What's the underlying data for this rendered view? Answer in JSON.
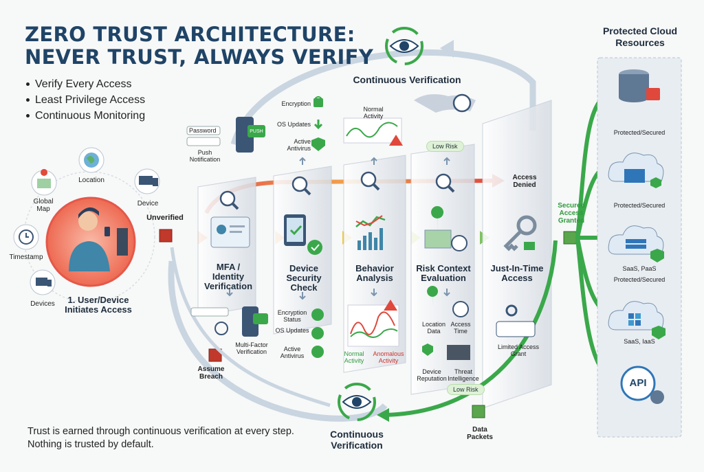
{
  "title": {
    "line1": "ZERO TRUST ARCHITECTURE:",
    "line2": "NEVER TRUST, ALWAYS VERIFY"
  },
  "bullets": [
    "Verify Every Access",
    "Least Privilege Access",
    "Continuous Monitoring"
  ],
  "user": {
    "context": [
      "Location",
      "Global Map",
      "Device",
      "Timestamp",
      "Devices"
    ],
    "step": "1. User/Device Initiates Access",
    "unverified": "Unverified",
    "assume_breach": "Assume Breach"
  },
  "continuous_top": "Continuous Verification",
  "continuous_bottom": "Continuous Verification",
  "stages": [
    {
      "title": "MFA / Identity Verification",
      "top_labels": [
        "Password",
        "Push Notification",
        "PUSH"
      ],
      "bottom_labels": [
        "Multi-Factor Verification"
      ]
    },
    {
      "title": "Device Security Check",
      "top_labels": [
        "Encryption",
        "OS Updates",
        "Active Antivirus"
      ],
      "bottom_labels": [
        "Encryption Status",
        "OS Updates",
        "Active Antivirus"
      ]
    },
    {
      "title": "Behavior Analysis",
      "top_labels": [
        "Normal Activity"
      ],
      "bottom_labels": [
        "Normal Activity",
        "Anomalous Activity"
      ]
    },
    {
      "title": "Risk Context Evaluation",
      "top_labels": [
        "Low Risk"
      ],
      "bottom_labels": [
        "Location Data",
        "Access Time",
        "Device Reputation",
        "Threat Intelligence",
        "Low Risk"
      ]
    },
    {
      "title": "Just-In-Time Access",
      "top_labels": [],
      "bottom_labels": [
        "Limited Access Grant"
      ]
    }
  ],
  "access_denied": "Access Denied",
  "access_granted": "Secured Access Granted",
  "data_packets": "Data Packets",
  "resources": {
    "title": "Protected Cloud Resources",
    "items": [
      {
        "label": "Protected/Secured"
      },
      {
        "label": "Protected/Secured"
      },
      {
        "label": "SaaS, PaaS",
        "sub": "Protected/Secured"
      },
      {
        "label": "SaaS, IaaS"
      },
      {
        "label": "API"
      }
    ]
  },
  "footer": {
    "line1": "Trust is earned through continuous verification at every step.",
    "line2": "Nothing is trusted by default."
  },
  "colors": {
    "primary": "#1f4467",
    "green": "#3aa84a",
    "red": "#e0483c",
    "orange": "#f0a030"
  }
}
